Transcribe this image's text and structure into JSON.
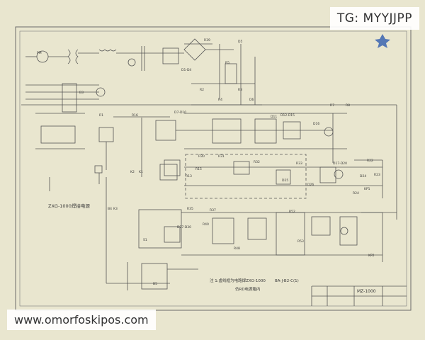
{
  "overlay": {
    "telegram_tag": "TG: MYYJJPP",
    "website": "www.omorfoskipos.com"
  },
  "schematic": {
    "component_labels": [
      "R39",
      "D5",
      "R2",
      "R3",
      "D6",
      "R5",
      "D1-D4",
      "R4",
      "R7",
      "R8",
      "R16",
      "D7-D10",
      "D12-D15",
      "R22",
      "R23",
      "R24",
      "R30",
      "R31",
      "R32",
      "R33",
      "R35",
      "R37",
      "R40",
      "R48",
      "R52",
      "R53",
      "D11",
      "D16",
      "D17-D20",
      "D24",
      "D25",
      "D26",
      "D27-D30",
      "R1",
      "KP1",
      "KP2",
      "K1",
      "K2",
      "K3",
      "S1",
      "R15",
      "R13",
      "PM",
      "B3",
      "B4",
      "B5"
    ],
    "left_label": "ZXG-1000焊接电源",
    "caption_line1": "注 1:虚线框为电路焊ZXG-1000",
    "caption_line2": "仿RD电源箱内",
    "caption_ref": "BA-J-B2-C(1)",
    "title_block_code": "MZ-1000"
  }
}
